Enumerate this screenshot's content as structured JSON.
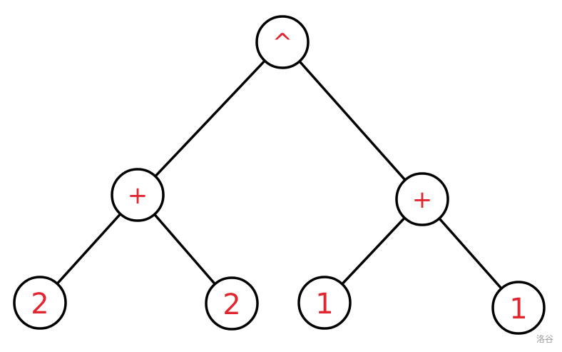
{
  "colors": {
    "node_label": "#e0262e",
    "stroke": "#000000",
    "watermark": "#9a9a9a"
  },
  "tree": {
    "nodes": [
      {
        "id": "root",
        "label": "^",
        "kind": "operator"
      },
      {
        "id": "plus-left",
        "label": "+",
        "kind": "operator"
      },
      {
        "id": "plus-right",
        "label": "+",
        "kind": "operator"
      },
      {
        "id": "leaf-1",
        "label": "2",
        "kind": "operand"
      },
      {
        "id": "leaf-2",
        "label": "2",
        "kind": "operand"
      },
      {
        "id": "leaf-3",
        "label": "1",
        "kind": "operand"
      },
      {
        "id": "leaf-4",
        "label": "1",
        "kind": "operand"
      }
    ],
    "edges": [
      [
        "root",
        "plus-left"
      ],
      [
        "root",
        "plus-right"
      ],
      [
        "plus-left",
        "leaf-1"
      ],
      [
        "plus-left",
        "leaf-2"
      ],
      [
        "plus-right",
        "leaf-3"
      ],
      [
        "plus-right",
        "leaf-4"
      ]
    ]
  },
  "watermark": "洛谷"
}
